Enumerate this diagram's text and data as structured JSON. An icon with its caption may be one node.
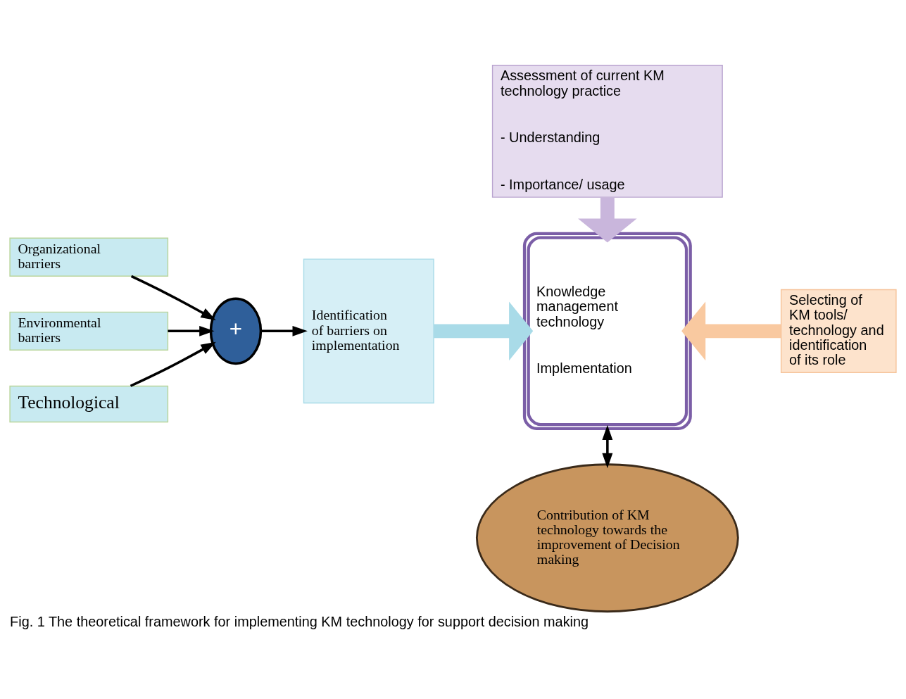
{
  "diagram": {
    "caption": "Fig. 1 The theoretical framework for implementing KM technology for support decision making",
    "nodes": [
      {
        "text": [
          "Assessment of current KM technology practice",
          "- Understanding",
          "- Importance/ usage"
        ]
      },
      {
        "text": [
          "Organizational barriers"
        ]
      },
      {
        "text": [
          "Environmental barriers"
        ]
      },
      {
        "text": [
          "Technological"
        ]
      },
      {
        "text": [
          "+"
        ]
      },
      {
        "text": [
          "Identification of barriers on implementation"
        ]
      },
      {
        "text": [
          "Knowledge management technology",
          "Implementation"
        ]
      },
      {
        "text": [
          "Selecting of KM tools/ technology and identification of its role"
        ]
      },
      {
        "text": [
          "Contribution of KM technology towards the improvement of Decision making"
        ]
      }
    ],
    "edges": [
      {
        "from": 1,
        "to": 4,
        "arrow": "to"
      },
      {
        "from": 2,
        "to": 4,
        "arrow": "to"
      },
      {
        "from": 3,
        "to": 4,
        "arrow": "to"
      },
      {
        "from": 4,
        "to": 5,
        "arrow": "to"
      },
      {
        "from": 5,
        "to": 6,
        "arrow": "to",
        "style": "thick",
        "color": "#a9dbe8"
      },
      {
        "from": 0,
        "to": 6,
        "arrow": "to",
        "style": "thick",
        "color": "#c9b6dc"
      },
      {
        "from": 7,
        "to": 6,
        "arrow": "to",
        "style": "thick",
        "color": "#f9c9a0"
      },
      {
        "from": 6,
        "to": 8,
        "arrow": "both"
      }
    ]
  }
}
